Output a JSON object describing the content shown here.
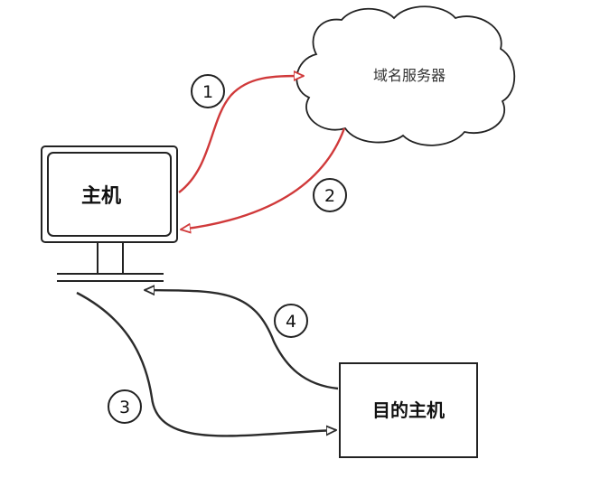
{
  "nodes": {
    "dns_server": {
      "label": "域名服务器"
    },
    "host": {
      "label": "主机"
    },
    "target_host": {
      "label": "目的主机"
    }
  },
  "steps": [
    {
      "number": "1"
    },
    {
      "number": "2"
    },
    {
      "number": "3"
    },
    {
      "number": "4"
    }
  ],
  "colors": {
    "red_arrow": "#d0393a",
    "black_arrow": "#2b2b2b",
    "outline": "#222222"
  }
}
